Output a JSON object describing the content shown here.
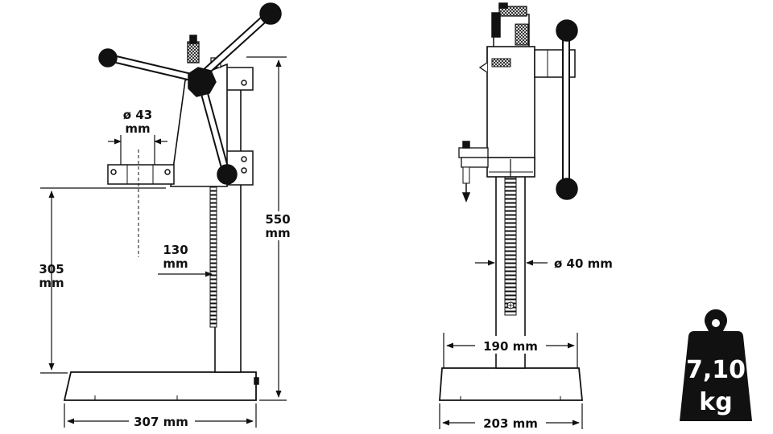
{
  "dimensions": {
    "diameter_43_symbol": "ø 43",
    "diameter_43_unit": "mm",
    "height_550": "550",
    "height_550_unit": "mm",
    "height_305": "305",
    "height_305_unit": "mm",
    "reach_130": "130",
    "reach_130_unit": "mm",
    "base_width_307": "307 mm",
    "column_diameter_40": "ø 40 mm",
    "column_spacing_190": "190 mm",
    "base_width_203": "203 mm"
  },
  "weight": {
    "value": "7,10",
    "unit": "kg"
  },
  "colors": {
    "line": "#111111",
    "fill": "#ffffff",
    "knob": "#111111",
    "badge": "#111111"
  }
}
